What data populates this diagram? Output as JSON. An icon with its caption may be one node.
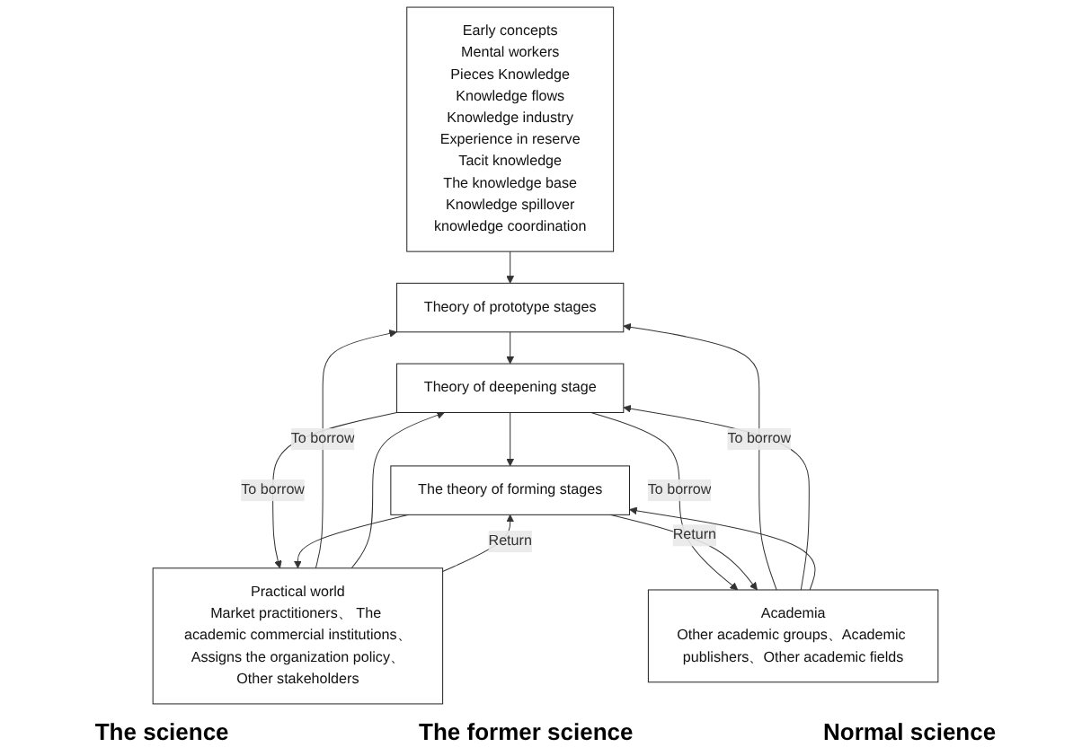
{
  "diagram": {
    "nodes": [
      {
        "text": [
          "Early concepts",
          "Mental workers",
          "Pieces Knowledge",
          "Knowledge flows",
          "Knowledge industry",
          "Experience in reserve",
          "Tacit knowledge",
          "The knowledge base",
          "Knowledge spillover",
          "knowledge coordination"
        ]
      },
      {
        "text": [
          "Practical world",
          "Market practitioners、 The academic commercial institutions、Assigns the organization policy、Other stakeholders"
        ]
      },
      {
        "text": [
          "Theory of prototype stages"
        ]
      },
      {
        "text": [
          "Theory of deepening stage"
        ]
      },
      {
        "text": [
          "The theory of forming stages"
        ]
      },
      {
        "text": [
          "Academia",
          "Other academic groups、Academic publishers、Other academic fields"
        ]
      }
    ],
    "edges": [
      {
        "from": 0,
        "to": 2,
        "arrow": "to"
      },
      {
        "from": 2,
        "to": 3,
        "arrow": "to"
      },
      {
        "from": 3,
        "to": 4,
        "arrow": "to"
      },
      {
        "from": 1,
        "to": 2,
        "arrow": "to",
        "label": "To borrow"
      },
      {
        "from": 1,
        "to": 3,
        "arrow": "to"
      },
      {
        "from": 3,
        "to": 1,
        "arrow": "to",
        "label": "To borrow"
      },
      {
        "from": 1,
        "to": 4,
        "arrow": "to",
        "label": "Return"
      },
      {
        "from": 4,
        "to": 1,
        "arrow": "to"
      },
      {
        "from": 5,
        "to": 2,
        "arrow": "to",
        "label": "To borrow"
      },
      {
        "from": 5,
        "to": 3,
        "arrow": "to"
      },
      {
        "from": 3,
        "to": 5,
        "arrow": "to",
        "label": "To borrow"
      },
      {
        "from": 5,
        "to": 4,
        "arrow": "to"
      },
      {
        "from": 4,
        "to": 5,
        "arrow": "to",
        "label": "Return"
      }
    ],
    "labels": [
      "The science",
      "The former science",
      "Normal science"
    ]
  }
}
